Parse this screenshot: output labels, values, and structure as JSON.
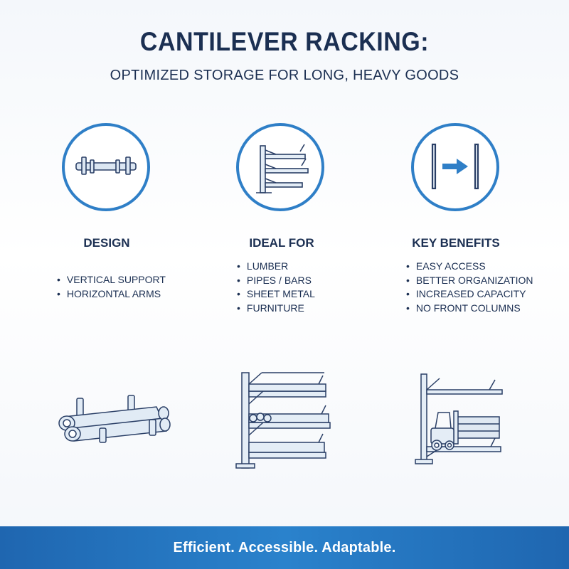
{
  "header": {
    "title": "CANTILEVER RACKING:",
    "subtitle": "OPTIMIZED STORAGE FOR LONG, HEAVY GOODS"
  },
  "columns": [
    {
      "heading": "DESIGN",
      "icon": "cantilever-arm-icon",
      "items": [
        "VERTICAL SUPPORT",
        "HORIZONTAL ARMS"
      ]
    },
    {
      "heading": "IDEAL FOR",
      "icon": "rack-shelves-icon",
      "items": [
        "LUMBER",
        "PIPES / BARS",
        "SHEET METAL",
        "FURNITURE"
      ]
    },
    {
      "heading": "KEY BENEFITS",
      "icon": "open-access-arrow-icon",
      "items": [
        "EASY ACCESS",
        "BETTER ORGANIZATION",
        "INCREASED CAPACITY",
        "NO FRONT COLUMNS"
      ]
    }
  ],
  "footer": {
    "tagline": "Efficient. Accessible. Adaptable."
  },
  "colors": {
    "accent": "#2f7fc7",
    "navy": "#1b2f52",
    "footer_bg": "#2274bd"
  }
}
